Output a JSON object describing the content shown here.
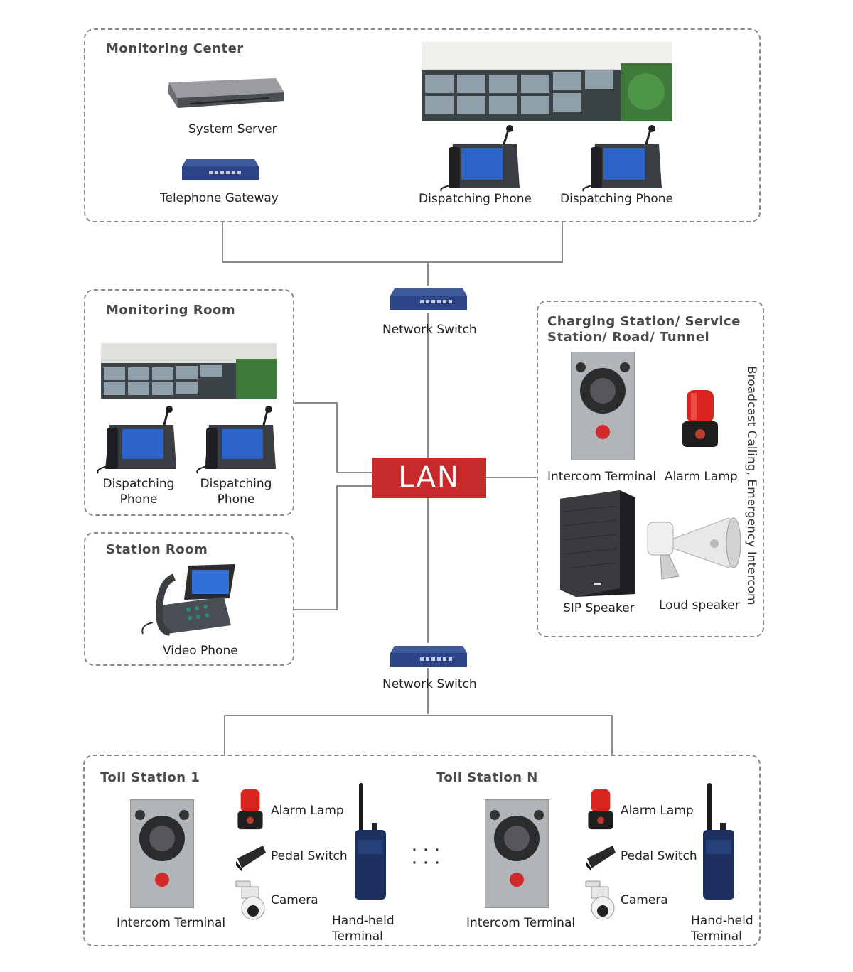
{
  "zones": {
    "monitoring_center": "Monitoring Center",
    "monitoring_room": "Monitoring Room",
    "station_room": "Station Room",
    "charging_station": "Charging Station/ Service Station/ Road/ Tunnel",
    "toll_station_1": "Toll Station 1",
    "toll_station_n": "Toll Station N"
  },
  "center": {
    "system_server": "System Server",
    "telephone_gateway": "Telephone Gateway",
    "dispatching_phone_1": "Dispatching Phone",
    "dispatching_phone_2": "Dispatching Phone"
  },
  "room": {
    "dispatching_phone_1": "Dispatching Phone",
    "dispatching_phone_2": "Dispatching Phone"
  },
  "station_room": {
    "video_phone": "Video Phone"
  },
  "network": {
    "switch_top": "Network Switch",
    "switch_bottom": "Network Switch",
    "lan": "LAN"
  },
  "charging": {
    "intercom_terminal": "Intercom Terminal",
    "alarm_lamp": "Alarm Lamp",
    "sip_speaker": "SIP Speaker",
    "loud_speaker": "Loud speaker",
    "vertical_label": "Broadcast Calling, Emergency Intercom"
  },
  "toll1": {
    "intercom_terminal": "Intercom Terminal",
    "alarm_lamp": "Alarm Lamp",
    "pedal_switch": "Pedal Switch",
    "camera": "Camera",
    "handheld": "Hand-held Terminal"
  },
  "tolln": {
    "intercom_terminal": "Intercom Terminal",
    "alarm_lamp": "Alarm Lamp",
    "pedal_switch": "Pedal Switch",
    "camera": "Camera",
    "handheld": "Hand-held Terminal"
  },
  "ellipsis": "...\n..."
}
